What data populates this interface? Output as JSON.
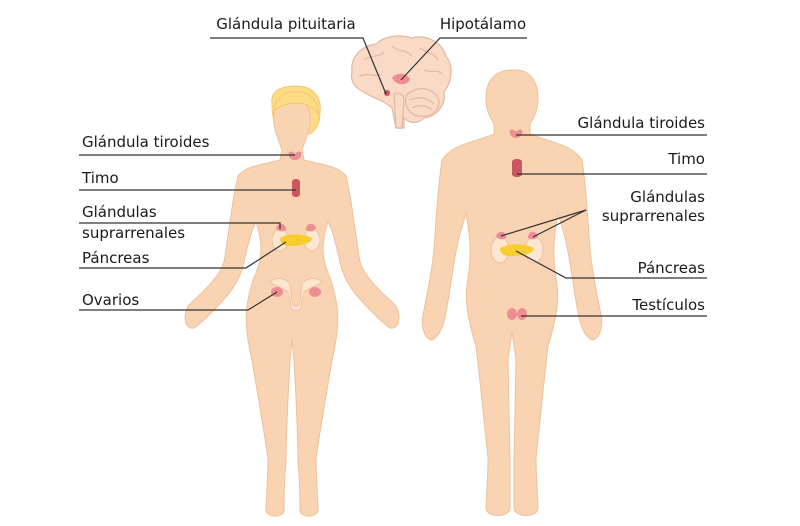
{
  "colors": {
    "skin": "#f9d4b3",
    "skin_outline": "#efc09a",
    "hair": "#fbdb86",
    "gland": "#ed8e93",
    "gland_dark": "#c9575f",
    "pancreas": "#f8cd2f",
    "kidney": "#fde7d3",
    "brain": "#f8dac6",
    "brain_outline": "#e5b89d",
    "line": "#333333"
  },
  "labels": {
    "pituitary": "Glándula pituitaria",
    "hypothalamus": "Hipotálamo",
    "female_thyroid": "Glándula tiroides",
    "female_thymus": "Timo",
    "female_adrenal_1": "Glándulas",
    "female_adrenal_2": "suprarrenales",
    "female_pancreas": "Páncreas",
    "female_ovaries": "Ovarios",
    "male_thyroid": "Glándula tiroides",
    "male_thymus": "Timo",
    "male_adrenal_1": "Glándulas",
    "male_adrenal_2": "suprarrenales",
    "male_pancreas": "Páncreas",
    "male_testes": "Testículos"
  }
}
